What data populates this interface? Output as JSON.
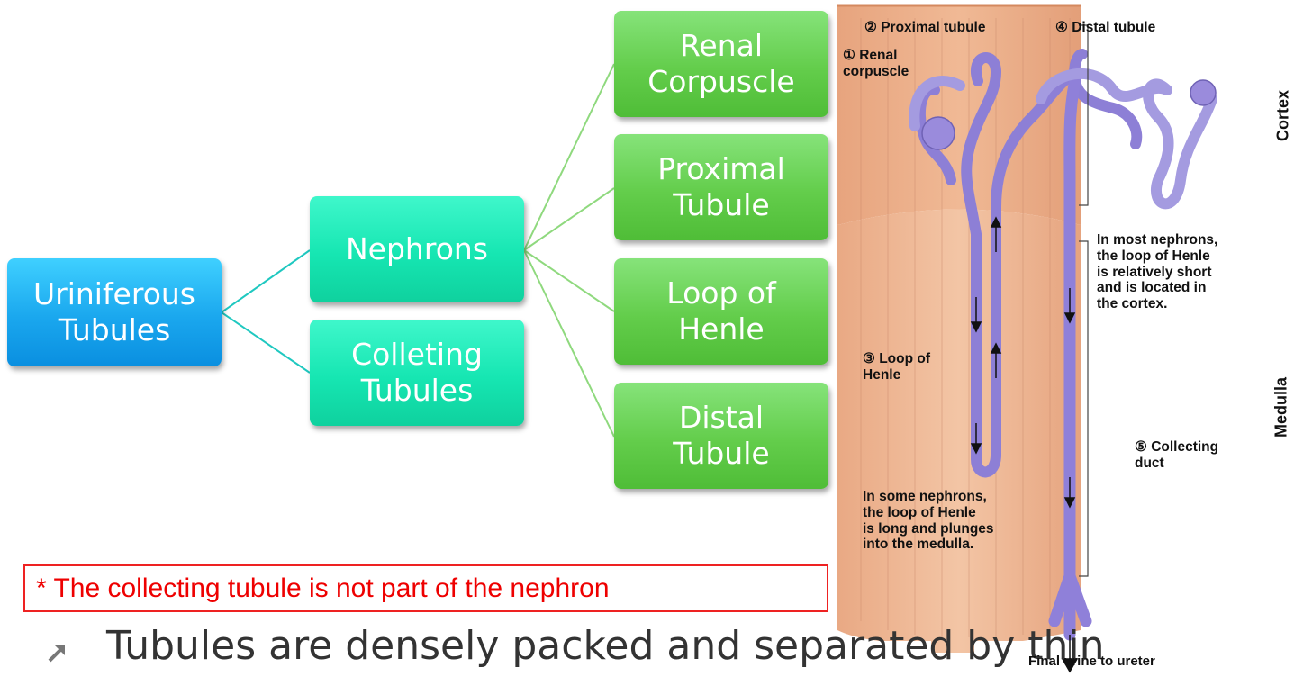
{
  "diagram": {
    "root": {
      "label": "Uriniferous\nTubules"
    },
    "level1": [
      {
        "label": "Nephrons"
      },
      {
        "label": "Colleting\nTubules"
      }
    ],
    "level2": [
      {
        "label": "Renal\nCorpuscle"
      },
      {
        "label": "Proximal\nTubule"
      },
      {
        "label": "Loop of\nHenle"
      },
      {
        "label": "Distal\nTubule"
      }
    ],
    "colors": {
      "root": "#1aa7ee",
      "level1": "#16e6b2",
      "level2": "#63cd4b",
      "connector_root": "#1fc8c0",
      "connector_level1": "#8fd97e"
    }
  },
  "figure": {
    "labels": {
      "proximal": "② Proximal tubule",
      "distal": "④ Distal tubule",
      "renal": "① Renal\n    corpuscle",
      "loop": "③ Loop of\n     Henle",
      "collecting": "⑤ Collecting\n     duct",
      "short_note": "In most nephrons,\nthe loop of Henle\nis relatively short\nand is located in\nthe cortex.",
      "long_note": "In some nephrons,\nthe loop of Henle\nis long and plunges\ninto the medulla.",
      "final": "Final urine to ureter"
    },
    "regions": {
      "cortex": "Cortex",
      "medulla": "Medulla"
    }
  },
  "note": {
    "text": "* The collecting tubule is not part of the nephron"
  },
  "bullet": {
    "text": "Tubules are densely packed and separated by thin",
    "icon": "arrow-up-right-icon"
  }
}
